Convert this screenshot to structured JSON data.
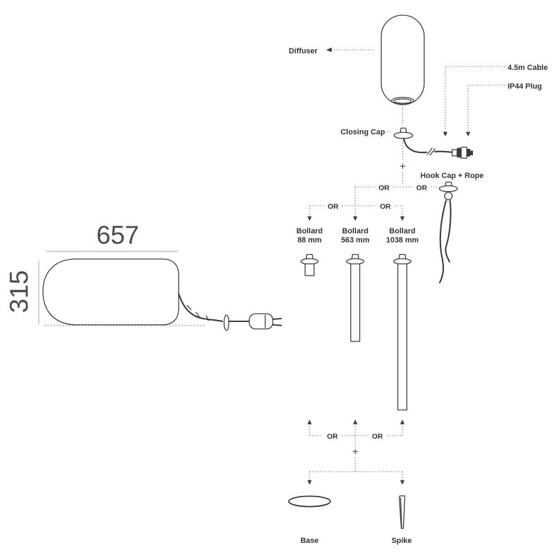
{
  "dimension_drawing": {
    "width_label": "657",
    "height_label": "315"
  },
  "labels": {
    "or": "OR",
    "plus": "+"
  },
  "components": {
    "diffuser": "Diffuser",
    "cable": "4.5m Cable",
    "plug": "IP44 Plug",
    "closing_cap": "Closing Cap",
    "hook_cap_rope": "Hook Cap + Rope",
    "base": "Base",
    "spike": "Spike"
  },
  "bollards": [
    {
      "name": "Bollard",
      "size": "88 mm"
    },
    {
      "name": "Bollard",
      "size": "563 mm"
    },
    {
      "name": "Bollard",
      "size": "1038 mm"
    }
  ],
  "colors": {
    "line": "#3d3d3d",
    "text": "#2e3338",
    "dimension_line": "#a5a5a5"
  }
}
